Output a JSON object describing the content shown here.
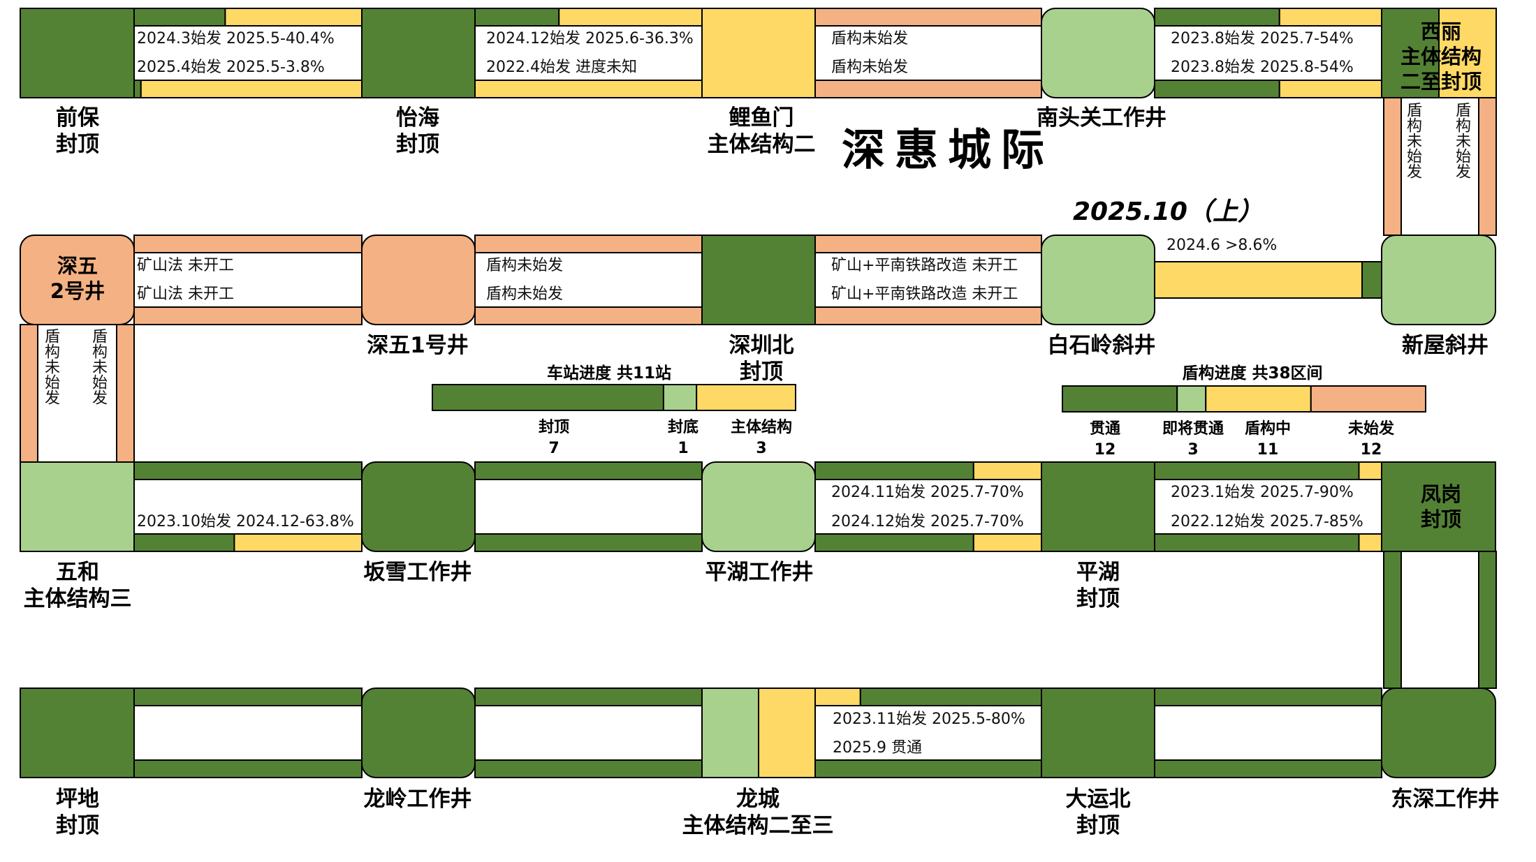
{
  "title": "深惠城际",
  "subtitle": "2025.10（上）",
  "colors": {
    "sealed_roof": "#548235",
    "bottom_sealed": "#a9d18e",
    "main_structure": "#ffd966",
    "not_started": "#f4b183",
    "outline": "#000000"
  },
  "stations": {
    "qianbao": {
      "line1": "前保",
      "line2": "封顶"
    },
    "yihai": {
      "line1": "怡海",
      "line2": "封顶"
    },
    "liyumen": {
      "line1": "鲤鱼门",
      "line2": "主体结构二"
    },
    "nantouguan": {
      "line1": "南头关工作井"
    },
    "xili": {
      "line1": "西丽",
      "line2": "主体结构",
      "line3": "二至封顶"
    },
    "shenwu2": {
      "line1": "深五",
      "line2": "2号井"
    },
    "shenwu1": {
      "line1": "深五1号井"
    },
    "shenzhenbei": {
      "line1": "深圳北",
      "line2": "封顶"
    },
    "baishiling": {
      "line1": "白石岭斜井"
    },
    "xinwu": {
      "line1": "新屋斜井"
    },
    "wuhe": {
      "line1": "五和",
      "line2": "主体结构三"
    },
    "banxue": {
      "line1": "坂雪工作井"
    },
    "pinghu_shaft": {
      "line1": "平湖工作井"
    },
    "pinghu": {
      "line1": "平湖",
      "line2": "封顶"
    },
    "fenggang": {
      "line1": "凤岗",
      "line2": "封顶"
    },
    "pingdi": {
      "line1": "坪地",
      "line2": "封顶"
    },
    "longling": {
      "line1": "龙岭工作井"
    },
    "longcheng": {
      "line1": "龙城",
      "line2": "主体结构二至三"
    },
    "dayunbei": {
      "line1": "大运北",
      "line2": "封顶"
    },
    "dongshen": {
      "line1": "东深工作井"
    }
  },
  "segments": {
    "s1_top": "2024.3始发 2025.5-40.4%",
    "s1_bot": "2025.4始发 2025.5-3.8%",
    "s2_top": "2024.12始发 2025.6-36.3%",
    "s2_bot": "2022.4始发 进度未知",
    "s3_top": "盾构未始发",
    "s3_bot": "盾构未始发",
    "s4_top": "2023.8始发 2025.7-54%",
    "s4_bot": "2023.8始发 2025.8-54%",
    "v_xili_left": "盾构未始发",
    "v_xili_right": "盾构未始发",
    "s5_top": "矿山法 未开工",
    "s5_bot": "矿山法 未开工",
    "s6_top": "盾构未始发",
    "s6_bot": "盾构未始发",
    "s7_top": "矿山+平南铁路改造 未开工",
    "s7_bot": "矿山+平南铁路改造 未开工",
    "s8_top": "2024.6 >8.6%",
    "v_shenwu_left": "盾构未始发",
    "v_shenwu_right": "盾构未始发",
    "s9_bot": "2023.10始发 2024.12-63.8%",
    "s10_top": "2024.11始发 2025.7-70%",
    "s10_bot": "2024.12始发 2025.7-70%",
    "s11_top": "2023.1始发 2025.7-90%",
    "s11_bot": "2022.12始发 2025.7-85%",
    "s12_top": "2023.11始发 2025.5-80%",
    "s12_bot": "2025.9 贯通"
  },
  "station_progress": {
    "title": "车站进度 共11站",
    "total": 11,
    "items": [
      {
        "label": "封顶",
        "count": 7,
        "color": "#548235"
      },
      {
        "label": "封底",
        "count": 1,
        "color": "#a9d18e"
      },
      {
        "label": "主体结构",
        "count": 3,
        "color": "#ffd966"
      }
    ]
  },
  "shield_progress": {
    "title": "盾构进度 共38区间",
    "total": 38,
    "items": [
      {
        "label": "贯通",
        "count": 12,
        "color": "#548235"
      },
      {
        "label": "即将贯通",
        "count": 3,
        "color": "#a9d18e"
      },
      {
        "label": "盾构中",
        "count": 11,
        "color": "#ffd966"
      },
      {
        "label": "未始发",
        "count": 12,
        "color": "#f4b183"
      }
    ]
  }
}
